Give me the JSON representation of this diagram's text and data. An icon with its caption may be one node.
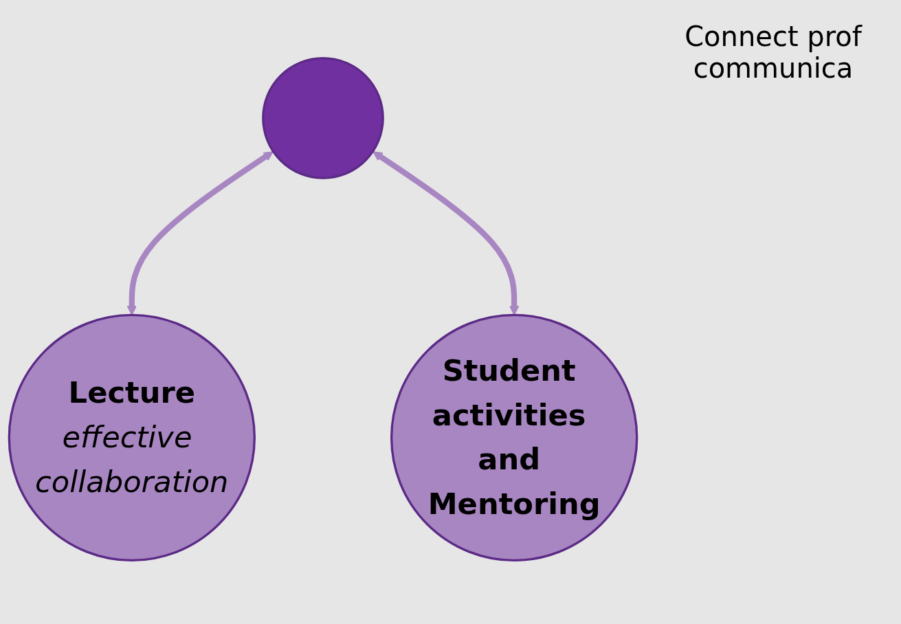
{
  "diagram": {
    "nodes": [
      {
        "text": [],
        "shape": "circle"
      },
      {
        "text": [
          "Lecture",
          "effective collaboration"
        ]
      },
      {
        "text": [
          "Student activities and Mentoring"
        ]
      }
    ],
    "edges": [
      {
        "from": 0,
        "to": 1,
        "arrow": "both"
      },
      {
        "from": 0,
        "to": 2,
        "arrow": "both"
      }
    ],
    "labels": [
      "Connect prof communica"
    ]
  }
}
